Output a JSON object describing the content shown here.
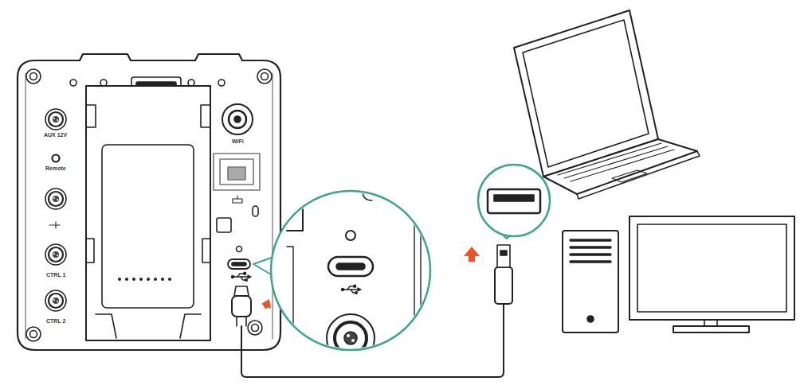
{
  "diagram": {
    "labels": [
      "AUX 12V",
      "Remote",
      "WiFi",
      "CTRL 1",
      "CTRL 2"
    ]
  }
}
